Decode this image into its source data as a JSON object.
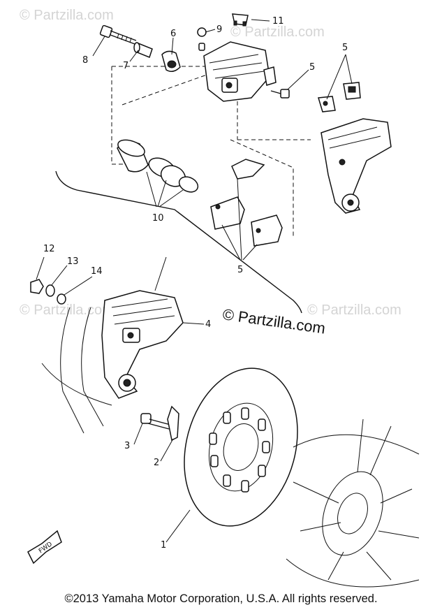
{
  "watermarks": [
    "© Partzilla.com"
  ],
  "callouts": [
    "1",
    "2",
    "3",
    "4",
    "5",
    "6",
    "7",
    "8",
    "9",
    "10",
    "11",
    "12",
    "13",
    "14"
  ],
  "fwd_label": "FWD",
  "copyright": "©2013 Yamaha Motor Corporation, U.S.A. All rights reserved."
}
